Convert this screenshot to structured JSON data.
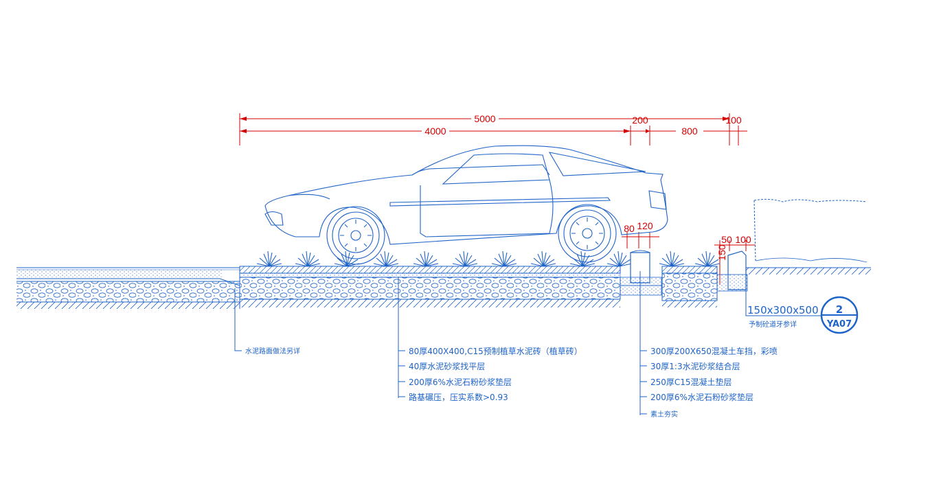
{
  "dimensions": {
    "top_total": "5000",
    "top_a": "4000",
    "top_b": "200",
    "top_c": "800",
    "top_d": "100",
    "curb_a": "80",
    "curb_b": "120",
    "right_a": "50",
    "right_b": "100",
    "right_vert": "150"
  },
  "callouts": {
    "left": "水泥路面做法另详",
    "middle": [
      "80厚400X400,C15预制植草水泥砖（植草砖）",
      "40厚水泥砂浆找平层",
      "200厚6%水泥石粉砂浆垫层",
      "路基碾压，压实系数>0.93"
    ],
    "right": [
      "300厚200X650混凝土车挡，彩喷",
      "30厚1:3水泥砂浆结合层",
      "250厚C15混凝土垫层",
      "200厚6%水泥石粉砂浆垫层",
      "素土夯实"
    ],
    "curbstone": "150x300x500",
    "curbstone_note": "予制砼道牙参详"
  },
  "section_mark": {
    "number": "2",
    "sheet": "YA07"
  },
  "colors": {
    "linework": "#1e63c8",
    "dimension": "#d60000",
    "background": "#ffffff"
  }
}
